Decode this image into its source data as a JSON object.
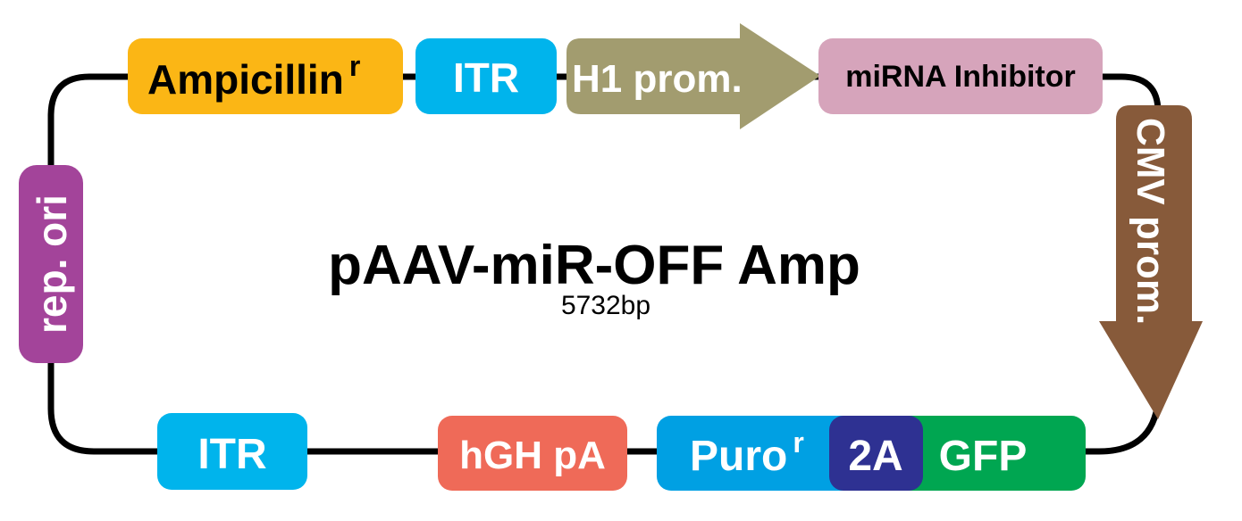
{
  "plasmid": {
    "name": "pAAV-miR-OFF Amp",
    "size": "5732bp"
  },
  "features": {
    "ampicillin": {
      "label": "Ampicillin",
      "superscript": "r",
      "color": "#fbb615"
    },
    "itr_top": {
      "label": "ITR",
      "color": "#00b4ec"
    },
    "h1_prom": {
      "label": "H1 prom.",
      "color": "#a29c6f"
    },
    "mirna_inhibitor": {
      "label": "miRNA Inhibitor",
      "color": "#d6a4bb"
    },
    "cmv_prom": {
      "label": "CMV prom.",
      "color": "#875a3a"
    },
    "gfp": {
      "label": "GFP",
      "color": "#00a651"
    },
    "t2a": {
      "label": "2A",
      "color": "#2e3192"
    },
    "puro": {
      "label": "Puro",
      "superscript": "r",
      "color": "#00a0e3"
    },
    "hgh_pa": {
      "label": "hGH pA",
      "color": "#ef6a58"
    },
    "itr_bottom": {
      "label": "ITR",
      "color": "#00b4ec"
    },
    "rep_ori": {
      "label": "rep. ori",
      "color": "#a3449a"
    }
  },
  "colors": {
    "backbone": "#000000",
    "label_dark": "#000000",
    "label_light": "#ffffff"
  }
}
